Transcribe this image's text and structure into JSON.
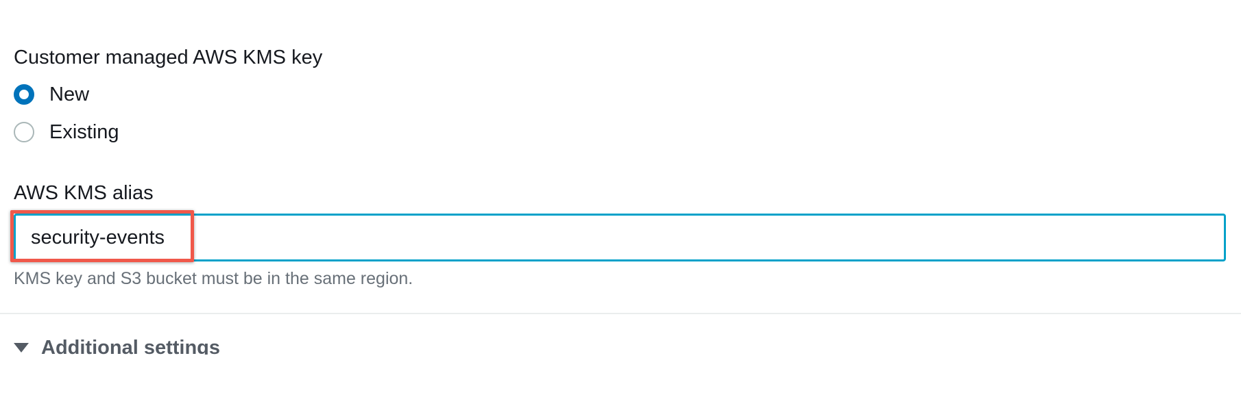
{
  "kms_key": {
    "label": "Customer managed AWS KMS key",
    "options": [
      {
        "label": "New",
        "selected": true
      },
      {
        "label": "Existing",
        "selected": false
      }
    ]
  },
  "alias": {
    "label": "AWS KMS alias",
    "value": "security-events",
    "hint": "KMS key and S3 bucket must be in the same region."
  },
  "additional_settings": {
    "label": "Additional settings",
    "icon": "caret-down-icon"
  },
  "colors": {
    "radio_selected": "#0073bb",
    "input_focus_border": "#00a1c9",
    "highlight_annotation": "#f0584a"
  }
}
